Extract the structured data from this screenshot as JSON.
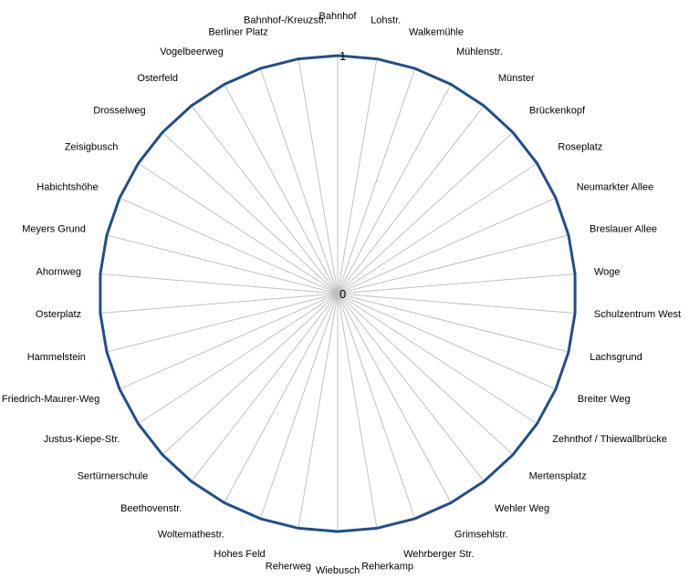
{
  "chart_data": {
    "type": "radar",
    "categories": [
      "Bahnhof",
      "Lohstr.",
      "Walkemühle",
      "Mühlenstr.",
      "Münster",
      "Brückenkopf",
      "Roseplatz",
      "Neumarkter Allee",
      "Breslauer Allee",
      "Woge",
      "Schulzentrum West",
      "Lachsgrund",
      "Breiter Weg",
      "Zehnthof / Thiewallbrücke",
      "Mertensplatz",
      "Wehler Weg",
      "Grimsehlstr.",
      "Wehrberger Str.",
      "Reherkamp",
      "Wiebusch",
      "Reherweg",
      "Hohes Feld",
      "Woltemathestr.",
      "Beethovenstr.",
      "Sertürnerschule",
      "Justus-Kiepe-Str.",
      "Friedrich-Maurer-Weg",
      "Hammelstein",
      "Osterplatz",
      "Ahornweg",
      "Meyers Grund",
      "Habichtshöhe",
      "Zeisigbusch",
      "Drosselweg",
      "Osterfeld",
      "Vogelbeerweg",
      "Berliner Platz",
      "Bahnhof-/Kreuzstr."
    ],
    "values": [
      1,
      1,
      1,
      1,
      1,
      1,
      1,
      1,
      1,
      1,
      1,
      1,
      1,
      1,
      1,
      1,
      1,
      1,
      1,
      1,
      1,
      1,
      1,
      1,
      1,
      1,
      1,
      1,
      1,
      1,
      1,
      1,
      1,
      1,
      1,
      1,
      1,
      1
    ],
    "rlim": [
      0,
      1
    ],
    "radial_tick_labels": [
      "0",
      "1"
    ],
    "series_color": "#1f4e8c",
    "grid_color": "#c0c0c0",
    "legend": "none"
  }
}
